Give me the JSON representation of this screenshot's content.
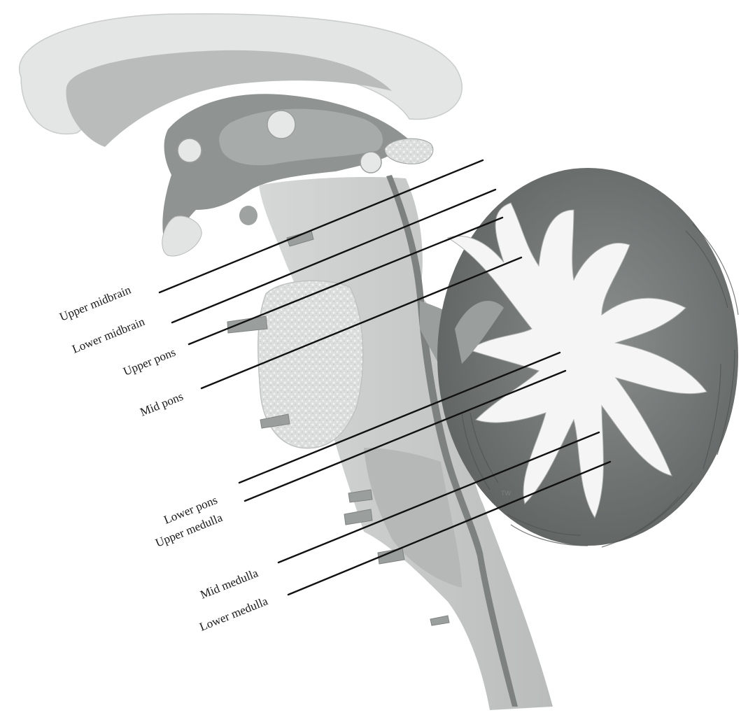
{
  "diagram": {
    "labels": {
      "upper_midbrain": "Upper midbrain",
      "lower_midbrain": "Lower midbrain",
      "upper_pons": "Upper pons",
      "mid_pons": "Mid pons",
      "lower_pons": "Lower pons",
      "upper_medulla": "Upper medulla",
      "mid_medulla": "Mid medulla",
      "lower_medulla": "Lower medulla"
    },
    "signature": "TW"
  },
  "colors": {
    "background": "#ffffff",
    "corpus_callosum": "#e4e6e5",
    "ventricle": "#b9bcbb",
    "diencephalon": "#8f9392",
    "brainstem_light": "#cfd2d1",
    "brainstem_mid": "#b3b6b5",
    "brainstem_dark": "#7d8180",
    "cerebellum_cortex": "#6f7372",
    "white_matter": "#f4f5f4",
    "leader_line": "#111111"
  }
}
